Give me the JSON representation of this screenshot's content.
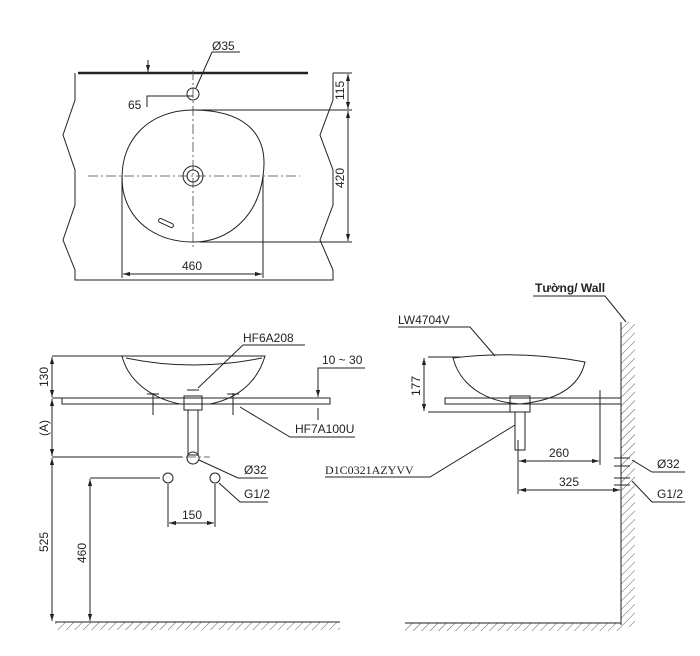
{
  "top_view": {
    "hole_dia": "Ø35",
    "hole_offset": "65",
    "dim_115": "115",
    "dim_420": "420",
    "dim_460": "460"
  },
  "front_view": {
    "drain_part": "HF6A208",
    "counter_thickness": "10 ~ 30",
    "mount_part": "HF7A100U",
    "trap_dia": "Ø32",
    "supply_thread": "G1/2",
    "supply_spacing": "150",
    "dim_130": "130",
    "dim_a": "(A)",
    "dim_525": "525",
    "dim_460": "460"
  },
  "side_view": {
    "wall_label": "Tường/ Wall",
    "basin_model": "LW4704V",
    "trap_part": "D1C0321AZYVV",
    "dim_177": "177",
    "dim_260": "260",
    "dim_325": "325",
    "trap_dia": "Ø32",
    "supply_thread": "G1/2"
  }
}
